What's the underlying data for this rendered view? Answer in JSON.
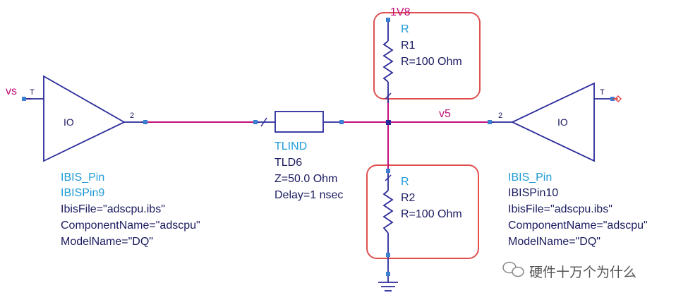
{
  "colors": {
    "wire": "#c0107a",
    "component": "#2a2a9a",
    "highlight": "#e05050",
    "name_text": "#1f9bd6",
    "param_text": "#1a1a60"
  },
  "nets": {
    "vs": "vs",
    "v5": "v5",
    "supply": "1V8"
  },
  "driver": {
    "symbol": "IO",
    "pin_t": "T",
    "pin_out": "2",
    "type": "IBIS_Pin",
    "instance": "IBISPin9",
    "ibis_file": "IbisFile=\"adscpu.ibs\"",
    "component": "ComponentName=\"adscpu\"",
    "model": "ModelName=\"DQ\""
  },
  "receiver": {
    "symbol": "IO",
    "pin_t": "T",
    "pin_out": "2",
    "type": "IBIS_Pin",
    "instance": "IBISPin10",
    "ibis_file": "IbisFile=\"adscpu.ibs\"",
    "component": "ComponentName=\"adscpu\"",
    "model": "ModelName=\"DQ\""
  },
  "tline": {
    "type": "TLIND",
    "instance": "TLD6",
    "impedance": "Z=50.0 Ohm",
    "delay": "Delay=1 nsec"
  },
  "r1": {
    "type": "R",
    "instance": "R1",
    "value": "R=100 Ohm"
  },
  "r2": {
    "type": "R",
    "instance": "R2",
    "value": "R=100 Ohm"
  },
  "watermark": {
    "text": "硬件十万个为什么"
  }
}
